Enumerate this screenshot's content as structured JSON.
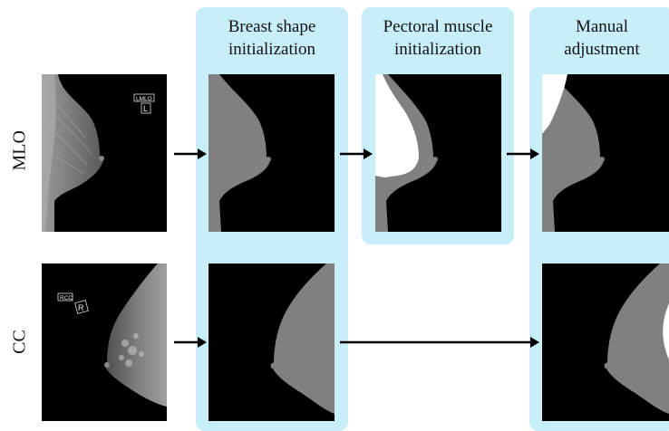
{
  "columns": [
    {
      "id": "breast-shape",
      "title": "Breast shape\ninitialization"
    },
    {
      "id": "pectoral",
      "title": "Pectoral muscle\ninitialization"
    },
    {
      "id": "manual",
      "title": "Manual\nadjustment"
    }
  ],
  "rows": [
    {
      "id": "mlo",
      "label": "MLO"
    },
    {
      "id": "cc",
      "label": "CC"
    }
  ],
  "image_markers": {
    "mlo": [
      "LMLO",
      "L"
    ],
    "cc": [
      "RCC",
      "R"
    ]
  },
  "colors": {
    "panel": "#c8eefa",
    "mask_breast": "#808080",
    "mask_pectoral": "#ffffff",
    "background": "#000000"
  }
}
